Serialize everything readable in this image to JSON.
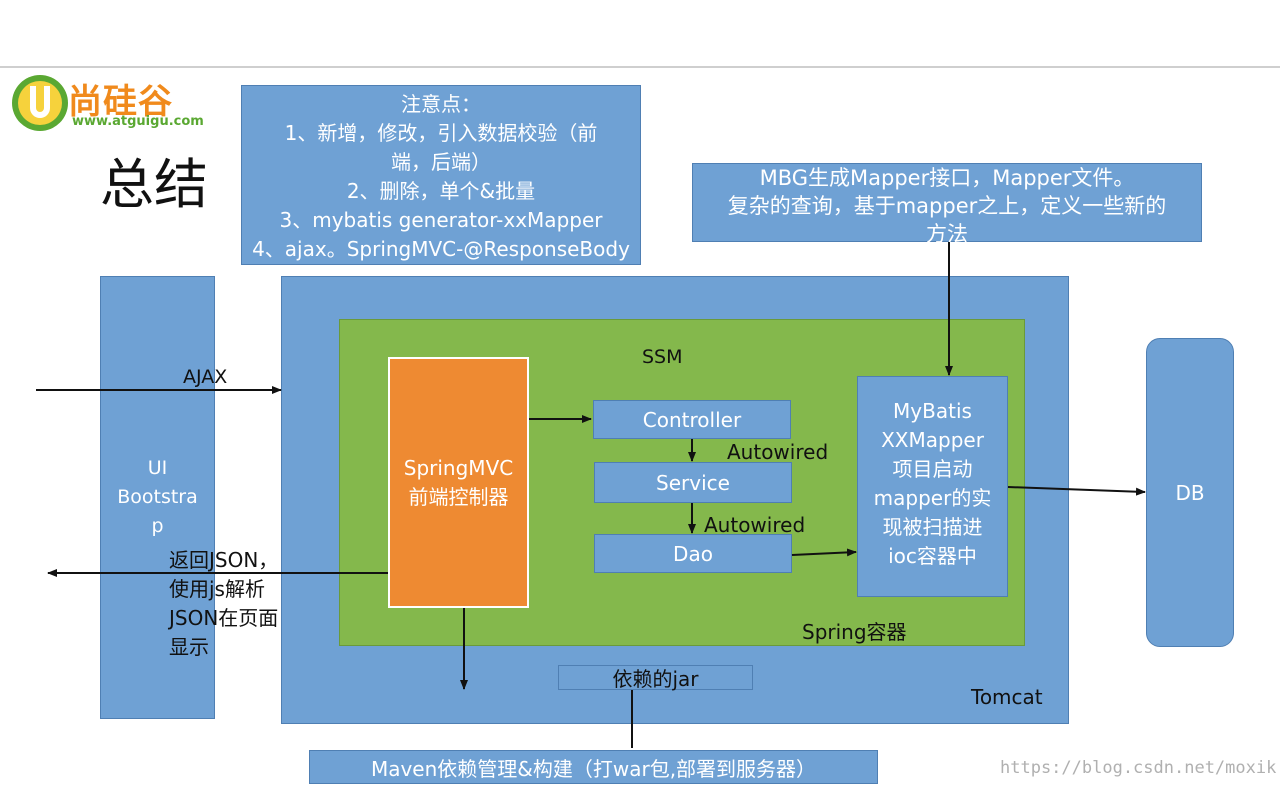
{
  "logo": {
    "name": "尚硅谷",
    "url": "www.atguigu.com"
  },
  "title": "总结",
  "notes": "注意点：\n1、新增，修改，引入数据校验（前\n端，后端）\n2、删除，单个&批量\n3、mybatis generator-xxMapper\n4、ajax。SpringMVC-@ResponseBody",
  "mbg": "MBG生成Mapper接口，Mapper文件。\n复杂的查询，基于mapper之上，定义一些新的\n方法",
  "ui": "UI\nBootstra\np",
  "ajax": "AJAX",
  "json_return": "返回JSON，\n使用js解析\nJSON在页面\n显示",
  "ssm": "SSM",
  "springmvc": "SpringMVC\n前端控制器",
  "controller": "Controller",
  "service": "Service",
  "dao": "Dao",
  "autowired1": "Autowired",
  "autowired2": "Autowired",
  "mybatis": "MyBatis\nXXMapper\n项目启动\nmapper的实\n现被扫描进\nioc容器中",
  "spring_container": "Spring容器",
  "tomcat": "Tomcat",
  "db": "DB",
  "jar": "依赖的jar",
  "maven": "Maven依赖管理&构建（打war包,部署到服务器）",
  "watermark": "https://blog.csdn.net/moxik",
  "colors": {
    "box_blue": "#6fa1d4",
    "green": "#84b84c",
    "orange": "#ee8a32",
    "logo_green": "#5aa832",
    "logo_orange": "#f08a1c"
  }
}
